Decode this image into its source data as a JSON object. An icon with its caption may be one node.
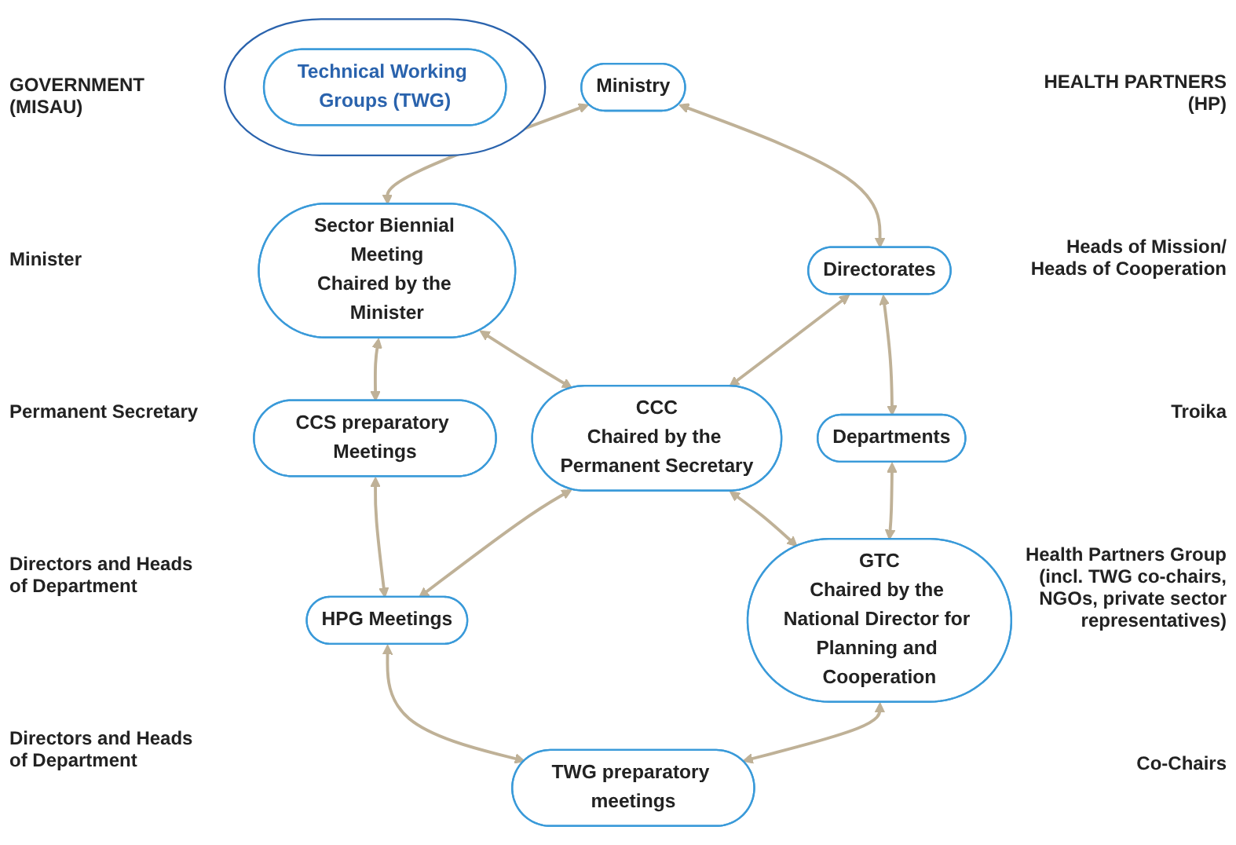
{
  "diagram": {
    "nodes": [
      {
        "text": [
          "Ministry"
        ]
      },
      {
        "text": [
          "Sector Biennial Meeting",
          "Chaired by the Minister"
        ]
      },
      {
        "text": [
          "CCS preparatory Meetings"
        ]
      },
      {
        "text": [
          "Directorates"
        ]
      },
      {
        "text": [
          "CCC",
          "Chaired by the Permanent Secretary"
        ]
      },
      {
        "text": [
          "HPG Meetings"
        ]
      },
      {
        "text": [
          "Departments"
        ]
      },
      {
        "text": [
          "GTC",
          "Chaired by the National Director for Planning and Cooperation"
        ]
      },
      {
        "text": [
          "TWG preparatory meetings"
        ]
      },
      {
        "text": [],
        "shape": "ellipse"
      },
      {
        "text": [
          "Technical Working Groups (TWG)"
        ],
        "in": 9
      }
    ],
    "edges": [
      {
        "from": 0,
        "to": 1,
        "arrow": "both"
      },
      {
        "from": 1,
        "to": 2,
        "arrow": "both"
      },
      {
        "from": 0,
        "to": 3,
        "arrow": "both"
      },
      {
        "from": 1,
        "to": 4,
        "arrow": "both"
      },
      {
        "from": 2,
        "to": 5,
        "arrow": "both"
      },
      {
        "from": 3,
        "to": 4,
        "arrow": "both"
      },
      {
        "from": 4,
        "to": 5,
        "arrow": "both"
      },
      {
        "from": 3,
        "to": 6,
        "arrow": "both"
      },
      {
        "from": 4,
        "to": 7,
        "arrow": "both"
      },
      {
        "from": 5,
        "to": 8,
        "arrow": "both"
      },
      {
        "from": 6,
        "to": 7,
        "arrow": "both"
      },
      {
        "from": 7,
        "to": 8,
        "arrow": "both"
      }
    ],
    "labels": [
      "GOVERNMENT (MISAU)",
      "HEALTH PARTNERS (HP)",
      "Minister",
      "Heads of Mission/ Heads of Cooperation",
      "Permanent Secretary",
      "Troika",
      "Directors and Heads of Department",
      "Health Partners Group (incl. TWG co-chairs, NGOs, private sector representatives)",
      "Directors and Heads of Department",
      "Co-Chairs"
    ]
  }
}
